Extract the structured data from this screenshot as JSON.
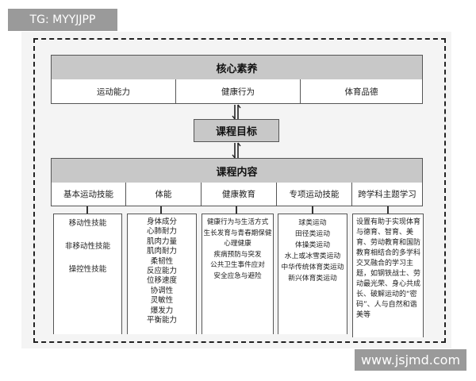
{
  "watermarks": {
    "top_left": "TG: MYYJJPP",
    "bottom_right": "www.jsjmd.com"
  },
  "core": {
    "title": "核心素养",
    "items": [
      "运动能力",
      "健康行为",
      "体育品德"
    ]
  },
  "goal": {
    "title": "课程目标"
  },
  "content": {
    "title": "课程内容",
    "categories": [
      {
        "label": "基本运动技能",
        "items": [
          "移动性技能",
          "非移动性技能",
          "操控性技能"
        ]
      },
      {
        "label": "体能",
        "items": [
          "身体成分",
          "心肺耐力",
          "肌肉力量",
          "肌肉耐力",
          "柔韧性",
          "反应能力",
          "位移速度",
          "协调性",
          "灵敏性",
          "爆发力",
          "平衡能力"
        ]
      },
      {
        "label": "健康教育",
        "items": [
          "健康行为与生活方式",
          "生长发育与青春期保健",
          "心理健康",
          "疾病预防与突发",
          "公共卫生事件应对",
          "安全应急与避险"
        ]
      },
      {
        "label": "专项运动技能",
        "items": [
          "球类运动",
          "田径类运动",
          "体操类运动",
          "水上或冰雪类运动",
          "中华传统体育类运动",
          "新兴体育类运动"
        ]
      },
      {
        "label": "跨学科主题学习",
        "text": "设置有助于实现体育与德育、智育、美育、劳动教育和国防教育相结合的多学科交叉融合的学习主题，如钢铁战士、劳动最光荣、身心共成长、破解运动的“密码”、人与自然和谐美等"
      }
    ]
  }
}
